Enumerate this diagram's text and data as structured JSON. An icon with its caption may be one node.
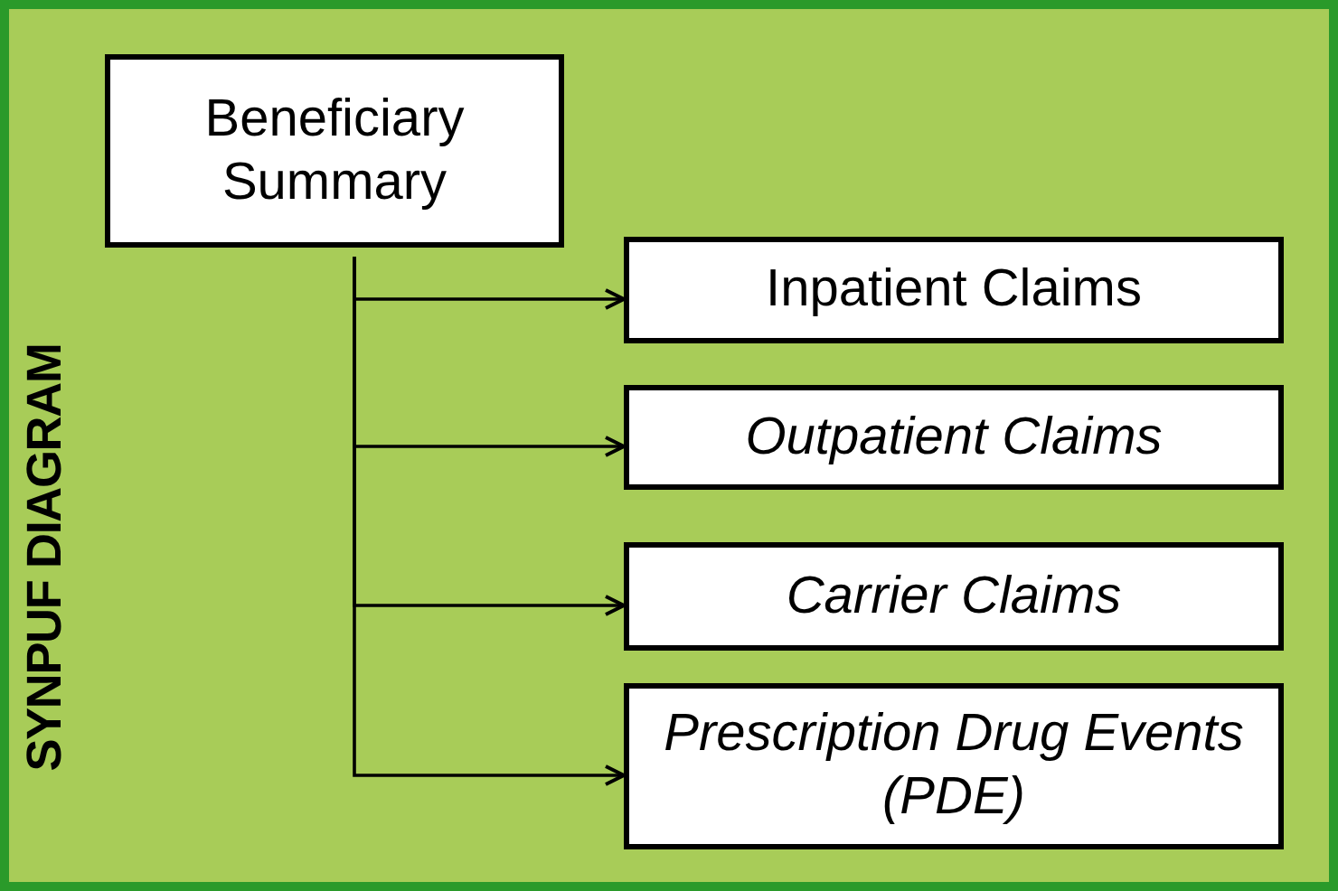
{
  "diagram": {
    "title": "SYNPUF DIAGRAM",
    "nodes": [
      {
        "text": [
          "Beneficiary Summary"
        ]
      },
      {
        "text": [
          "Inpatient Claims"
        ]
      },
      {
        "text": [
          "Outpatient Claims"
        ]
      },
      {
        "text": [
          "Carrier Claims"
        ]
      },
      {
        "text": [
          "Prescription Drug Events (PDE)"
        ]
      }
    ],
    "edges": [
      {
        "from": 0,
        "to": 1,
        "arrow": "to"
      },
      {
        "from": 0,
        "to": 2,
        "arrow": "to"
      },
      {
        "from": 0,
        "to": 3,
        "arrow": "to"
      },
      {
        "from": 0,
        "to": 4,
        "arrow": "to"
      }
    ]
  }
}
